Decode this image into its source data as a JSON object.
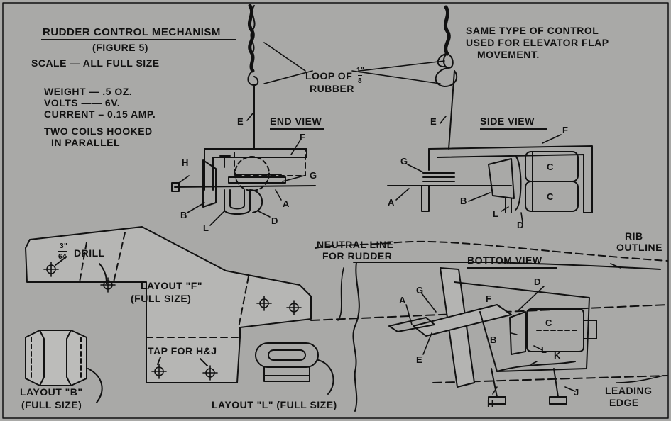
{
  "header": {
    "title": "RUDDER CONTROL MECHANISM",
    "figure": "(FIGURE 5)",
    "scale": "SCALE — ALL FULL SIZE"
  },
  "specs": {
    "weight": "WEIGHT — .5 OZ.",
    "volts": "VOLTS —— 6V.",
    "current": "CURRENT – 0.15 AMP.",
    "coils_line1": "TWO COILS HOOKED",
    "coils_line2": "IN PARALLEL"
  },
  "notes": {
    "same_type_1": "SAME TYPE OF CONTROL",
    "same_type_2": "USED FOR ELEVATOR FLAP",
    "same_type_3": "MOVEMENT.",
    "loop_of": "LOOP OF",
    "loop_frac_num": "1\"",
    "loop_frac_den": "8",
    "rubber": "RUBBER"
  },
  "views": {
    "end": "END VIEW",
    "side": "SIDE VIEW",
    "bottom": "BOTTOM VIEW"
  },
  "layouts": {
    "f_line1": "LAYOUT \"F\"",
    "f_line2": "(FULL SIZE)",
    "drill_num": "3\"",
    "drill_den": "64",
    "drill": "DRILL",
    "tap": "TAP FOR H&J",
    "b_line1": "LAYOUT \"B\"",
    "b_line2": "(FULL SIZE)",
    "l": "LAYOUT \"L\" (FULL SIZE)"
  },
  "misc": {
    "neutral_1": "NEUTRAL LINE",
    "neutral_2": "FOR RUDDER",
    "rib_1": "RIB",
    "rib_2": "OUTLINE",
    "leading_1": "LEADING",
    "leading_2": "EDGE"
  },
  "part_labels": {
    "end_e": "E",
    "end_f": "F",
    "end_h": "H",
    "end_g": "G",
    "end_a": "A",
    "end_b": "B",
    "end_l": "L",
    "end_d": "D",
    "side_e": "E",
    "side_f": "F",
    "side_g": "G",
    "side_a": "A",
    "side_b": "B",
    "side_l": "L",
    "side_d": "D",
    "side_c1": "C",
    "side_c2": "C",
    "bot_a": "A",
    "bot_g": "G",
    "bot_f": "F",
    "bot_d": "D",
    "bot_c": "C",
    "bot_b": "B",
    "bot_l": "L",
    "bot_k": "K",
    "bot_e": "E",
    "bot_h": "H",
    "bot_j": "J"
  }
}
